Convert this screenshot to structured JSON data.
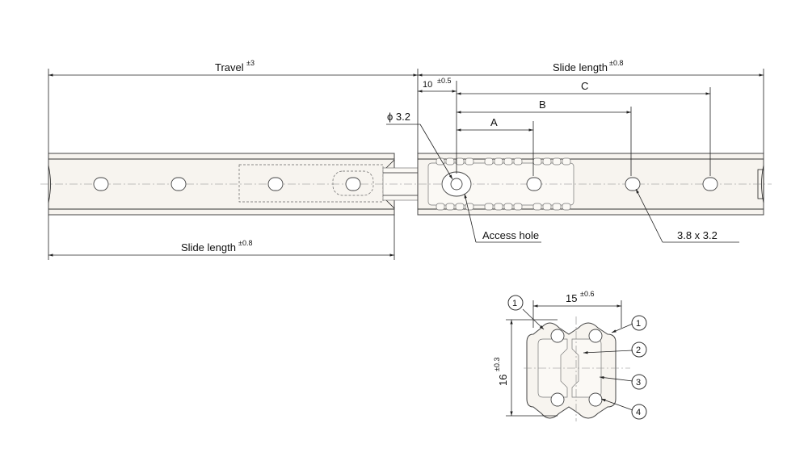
{
  "dimensions": {
    "travel": {
      "label": "Travel",
      "tolerance": "±3"
    },
    "slide_length_top": {
      "label": "Slide length",
      "tolerance": "±0.8"
    },
    "slide_length_bottom": {
      "label": "Slide length",
      "tolerance": "±0.8"
    },
    "offset": {
      "label": "10",
      "tolerance": "±0.5"
    },
    "a": {
      "label": "A"
    },
    "b": {
      "label": "B"
    },
    "c": {
      "label": "C"
    },
    "diameter": {
      "label": "ϕ 3.2"
    },
    "access_hole": {
      "label": "Access hole"
    },
    "slot": {
      "label": "3.8 x 3.2"
    }
  },
  "section": {
    "width": {
      "label": "15",
      "tolerance": "±0.6"
    },
    "height": {
      "label": "16",
      "tolerance": "±0.3"
    },
    "callouts": [
      "1",
      "1",
      "2",
      "3",
      "4"
    ]
  }
}
